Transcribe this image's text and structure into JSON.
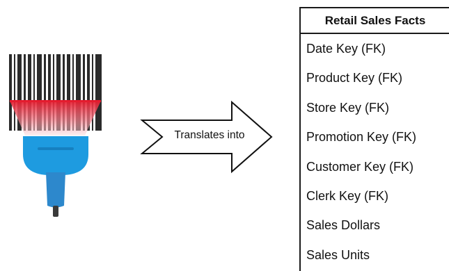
{
  "arrow": {
    "label": "Translates into"
  },
  "table": {
    "title": "Retail Sales Facts",
    "rows": [
      "Date Key (FK)",
      "Product Key (FK)",
      "Store Key (FK)",
      "Promotion Key (FK)",
      "Customer Key (FK)",
      "Clerk Key (FK)",
      "Sales Dollars",
      "Sales Units"
    ]
  },
  "colors": {
    "scanner_body": "#1e9be0",
    "scanner_handle": "#2d88cc",
    "laser": "#e41b2e",
    "barcode": "#2b2b2b"
  },
  "icons": {
    "scanner": "barcode-scanner-icon",
    "arrow": "right-arrow"
  }
}
